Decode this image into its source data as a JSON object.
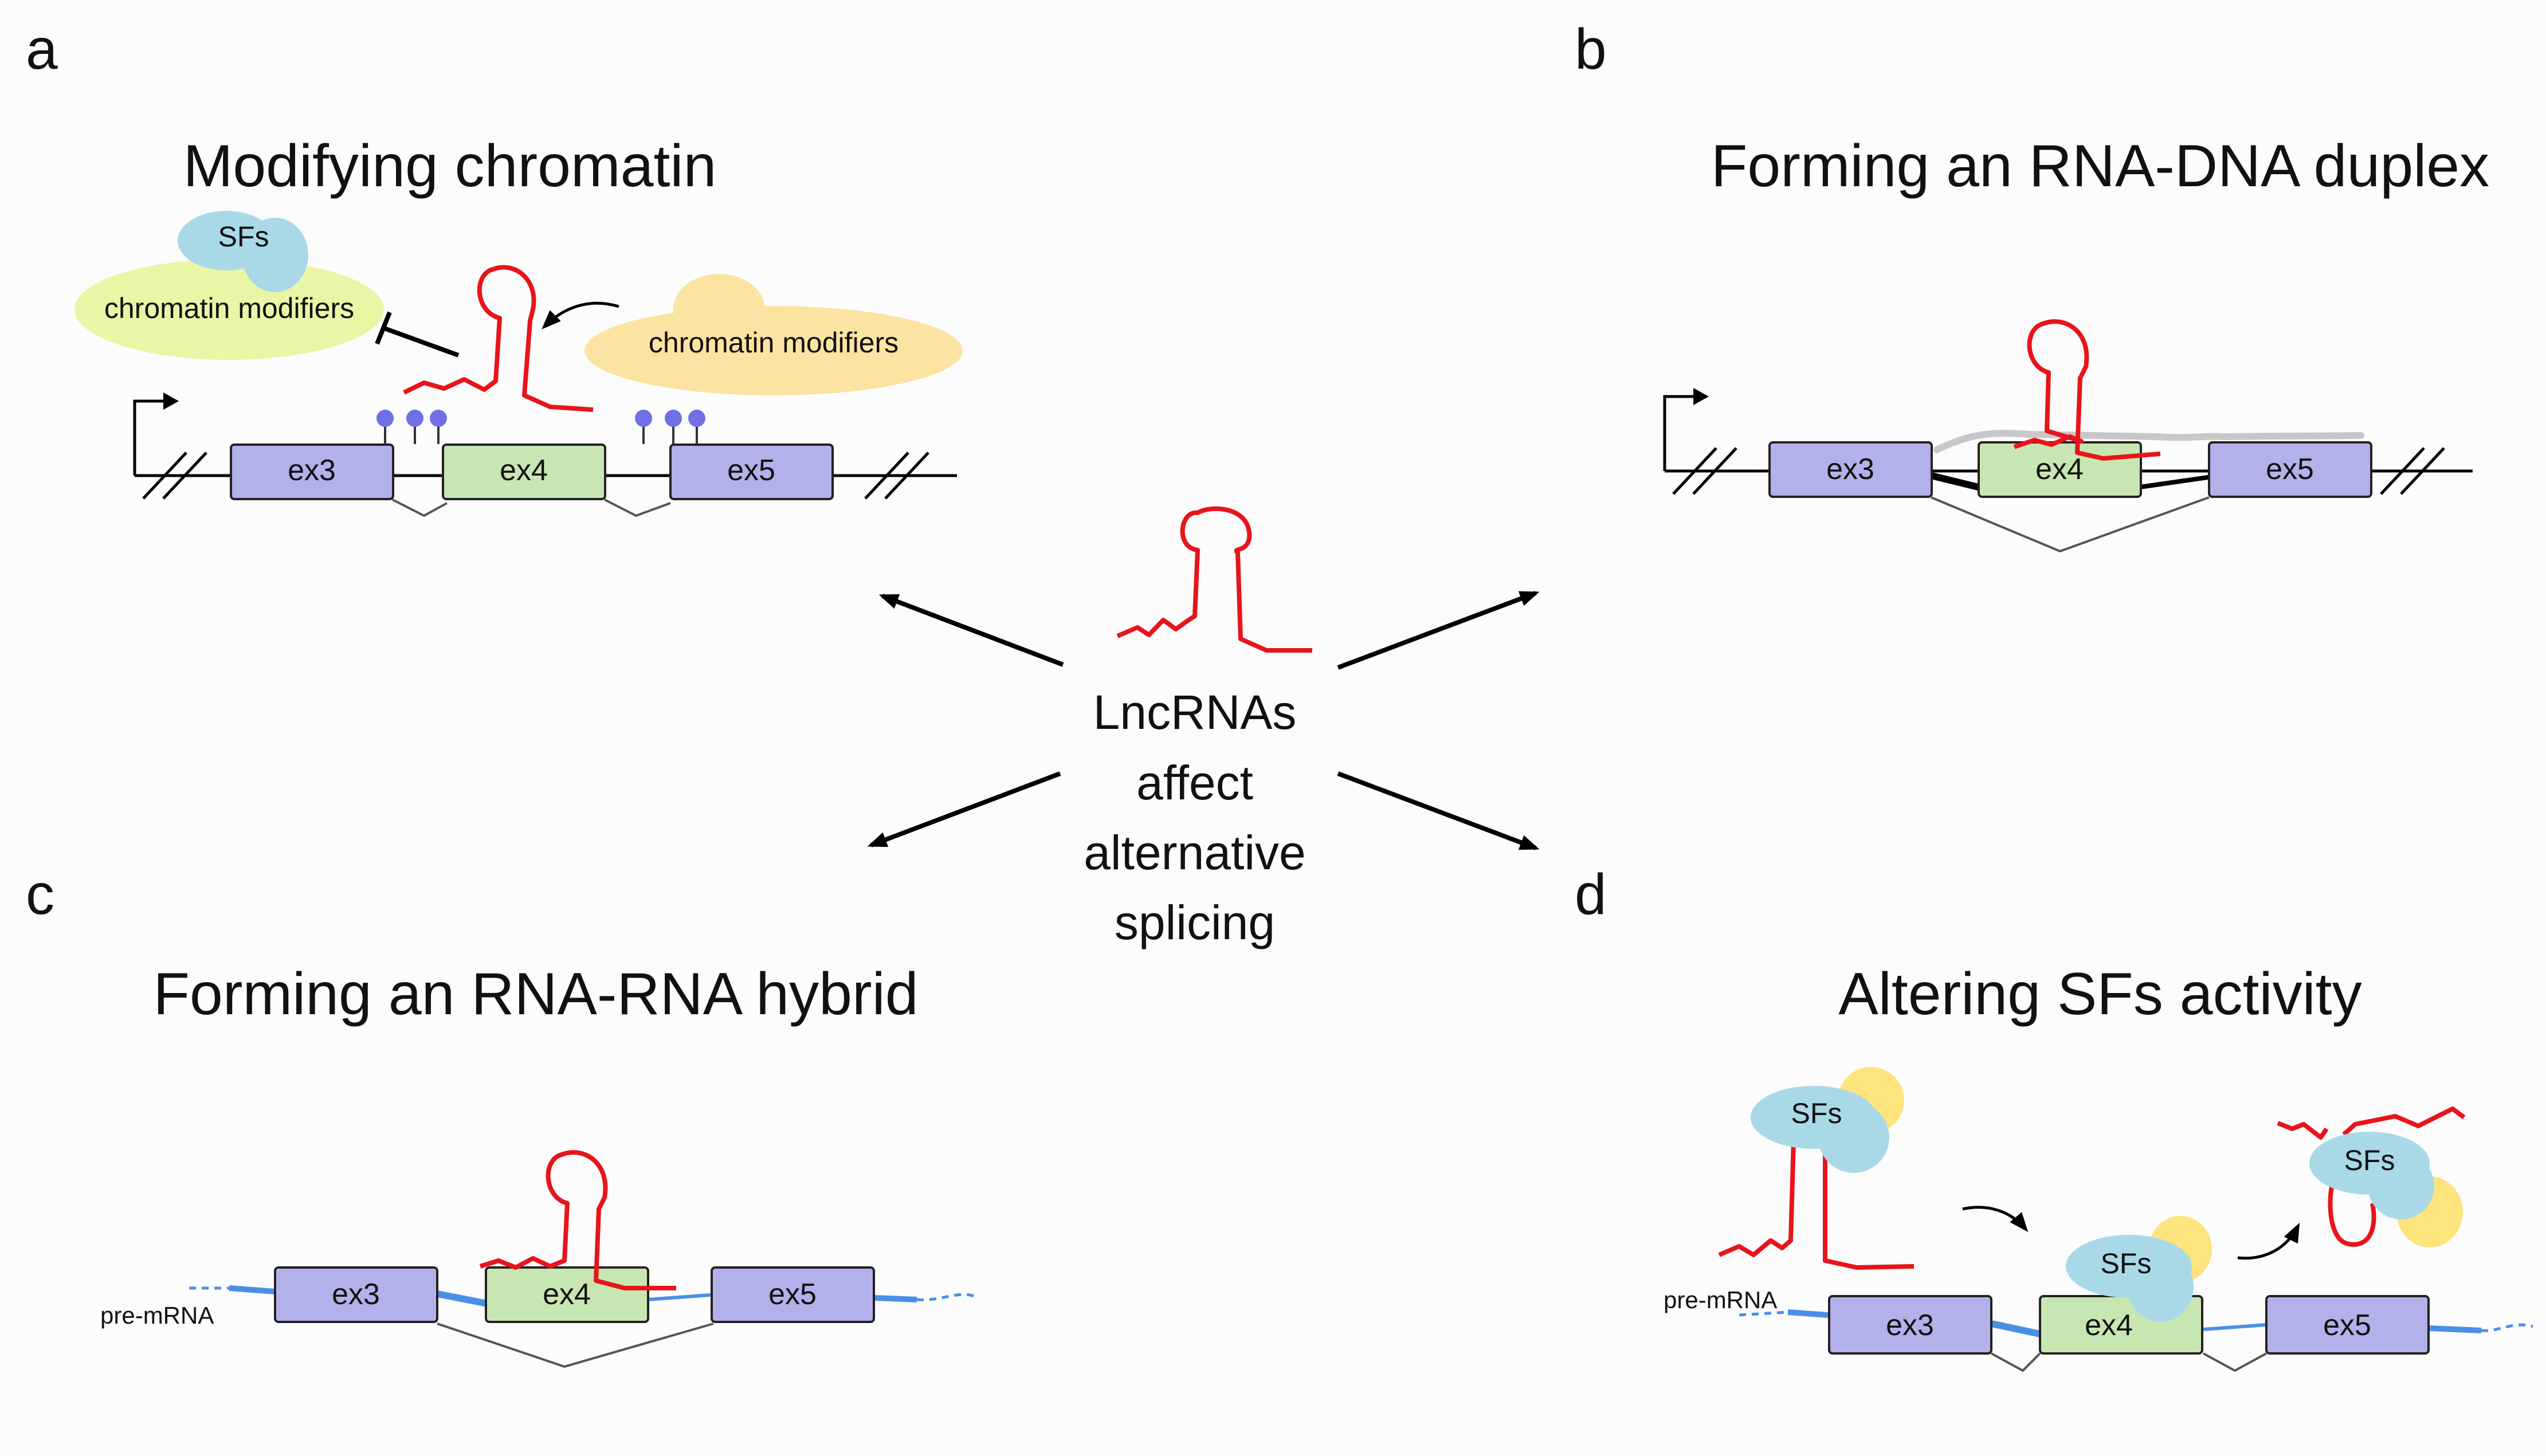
{
  "colors": {
    "exon_purple": "#b3b1ea",
    "exon_green": "#c8e6b2",
    "rna_red": "#e8141c",
    "sf_blue": "#a9d9e6",
    "modifier_green": "#eaf5a6",
    "modifier_yellow": "#fbe3a1",
    "protein_yellow": "#fde47d",
    "methyl_blue": "#6f6fe6",
    "premrna_blue": "#4a8fe6",
    "background": "#fcfcfc"
  },
  "center": {
    "line1": "LncRNAs",
    "line2": "affect",
    "line3": "alternative",
    "line4": "splicing"
  },
  "panels": {
    "a": {
      "letter": "a",
      "title": "Modifying chromatin",
      "sfs": "SFs",
      "modifiers_left": "chromatin modifiers",
      "modifiers_right": "chromatin modifiers",
      "exons": [
        "ex3",
        "ex4",
        "ex5"
      ]
    },
    "b": {
      "letter": "b",
      "title": "Forming an RNA-DNA duplex",
      "exons": [
        "ex3",
        "ex4",
        "ex5"
      ]
    },
    "c": {
      "letter": "c",
      "title": "Forming an RNA-RNA  hybrid",
      "premrna": "pre-mRNA",
      "exons": [
        "ex3",
        "ex4",
        "ex5"
      ]
    },
    "d": {
      "letter": "d",
      "title": "Altering SFs activity",
      "premrna": "pre-mRNA",
      "sfs": [
        "SFs",
        "SFs",
        "SFs"
      ],
      "exons": [
        "ex3",
        "ex4",
        "ex5"
      ]
    }
  }
}
